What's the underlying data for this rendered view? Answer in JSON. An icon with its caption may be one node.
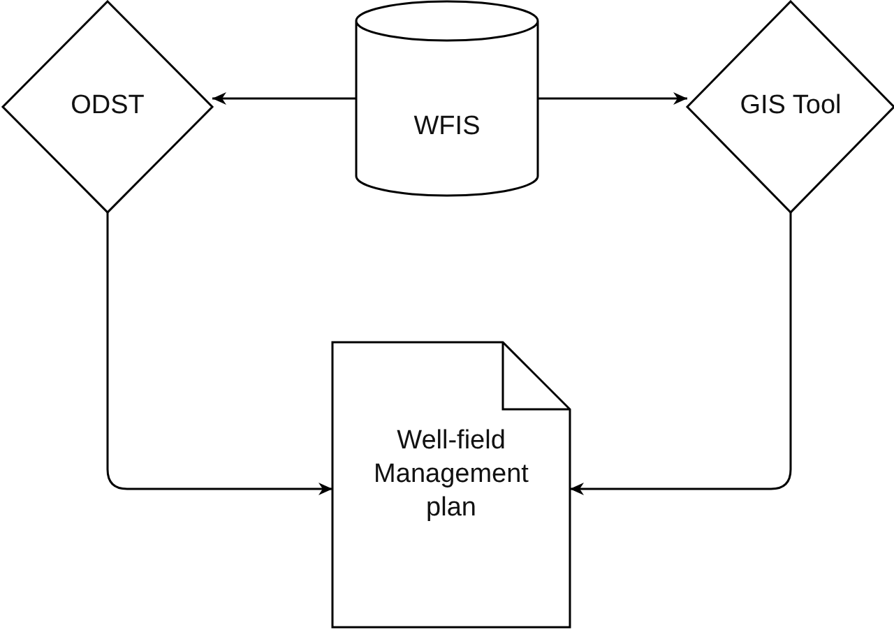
{
  "diagram": {
    "nodes": [
      {
        "text": [
          "ODST"
        ]
      },
      {
        "text": [
          "WFIS"
        ]
      },
      {
        "text": [
          "GIS Tool"
        ]
      },
      {
        "text": [
          "Well-field Management plan"
        ]
      }
    ],
    "edges": [
      {
        "from": 1,
        "to": 0,
        "arrow": "to"
      },
      {
        "from": 1,
        "to": 2,
        "arrow": "to"
      },
      {
        "from": 0,
        "to": 3,
        "arrow": "to"
      },
      {
        "from": 2,
        "to": 3,
        "arrow": "to"
      }
    ]
  }
}
